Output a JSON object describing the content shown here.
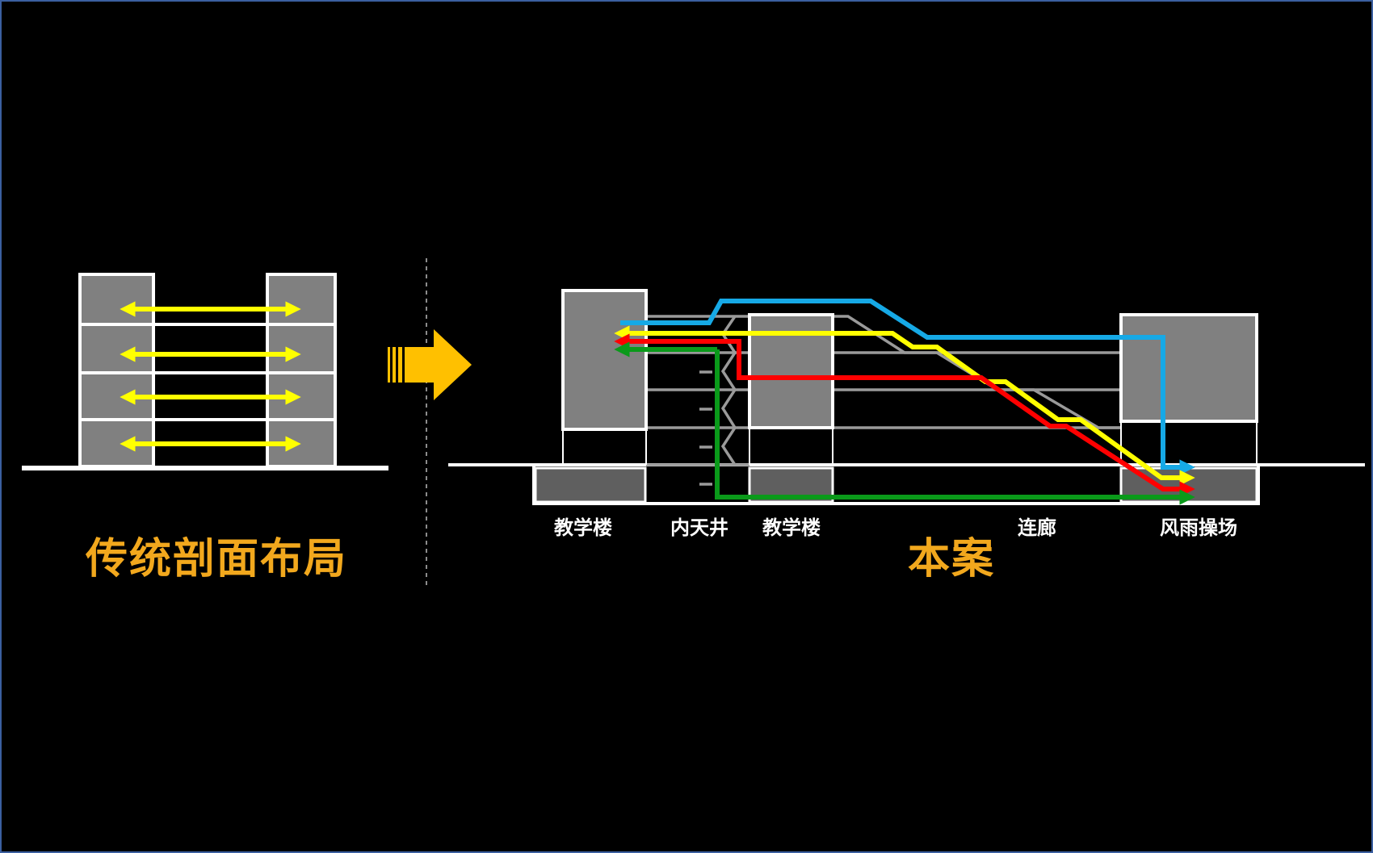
{
  "left_diagram": {
    "title": "传统剖面布局",
    "arrow_color": "#ffff00"
  },
  "right_diagram": {
    "title": "本案",
    "labels": {
      "building_1": "教学楼",
      "atrium": "内天井",
      "building_2": "教学楼",
      "corridor": "连廊",
      "playground": "风雨操场"
    },
    "path_colors": {
      "blue": "#16a9e6",
      "yellow": "#ffff00",
      "red": "#ff0000",
      "green": "#0a9a1a"
    }
  },
  "colors": {
    "background": "#000000",
    "building_fill": "#808080",
    "basement_fill": "#5f5f5f",
    "title": "#f2a81d",
    "transition_arrow": "#ffc000"
  }
}
